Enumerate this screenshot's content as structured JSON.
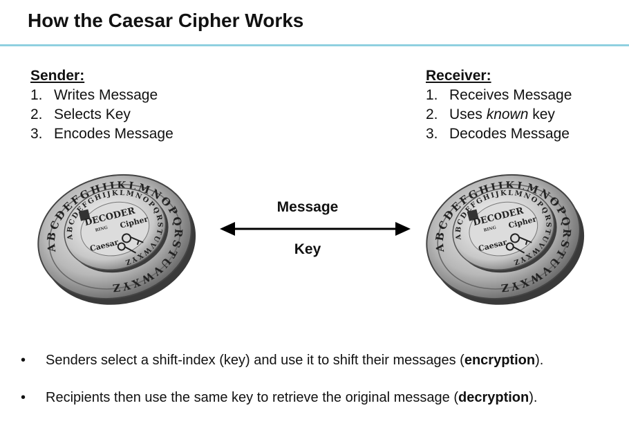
{
  "title": "How the Caesar Cipher Works",
  "colors": {
    "accent_rule": "#8fd0e0"
  },
  "sender": {
    "heading": "Sender:",
    "steps": [
      {
        "num": "1.",
        "text": "Writes Message"
      },
      {
        "num": "2.",
        "text": "Selects Key"
      },
      {
        "num": "3.",
        "text": "Encodes Message"
      }
    ]
  },
  "receiver": {
    "heading": "Receiver:",
    "steps": [
      {
        "num": "1.",
        "text": "Receives Message"
      },
      {
        "num": "2.",
        "text_pre": "Uses ",
        "text_em": "known",
        "text_post": " key"
      },
      {
        "num": "3.",
        "text": "Decodes Message"
      }
    ]
  },
  "center": {
    "message_label": "Message",
    "key_label": "Key"
  },
  "coin": {
    "outer_ring": "ABCDEFGHIJKLMNOPQRSTUVWXYZ",
    "inner_ring": "ABCDEFGHIJKLMNOPQRSTUVWXYZ",
    "line1": "DECODER",
    "line2": "RING",
    "line3": "Caesar",
    "line4": "Cipher"
  },
  "bullets": [
    {
      "dot": "•",
      "pre": "Senders select a shift-index (key) and use it to shift their messages (",
      "bold": "encryption",
      "post": ")."
    },
    {
      "dot": "•",
      "pre": "Recipients then use the same key to retrieve the original message (",
      "bold": "decryption",
      "post": ")."
    }
  ]
}
